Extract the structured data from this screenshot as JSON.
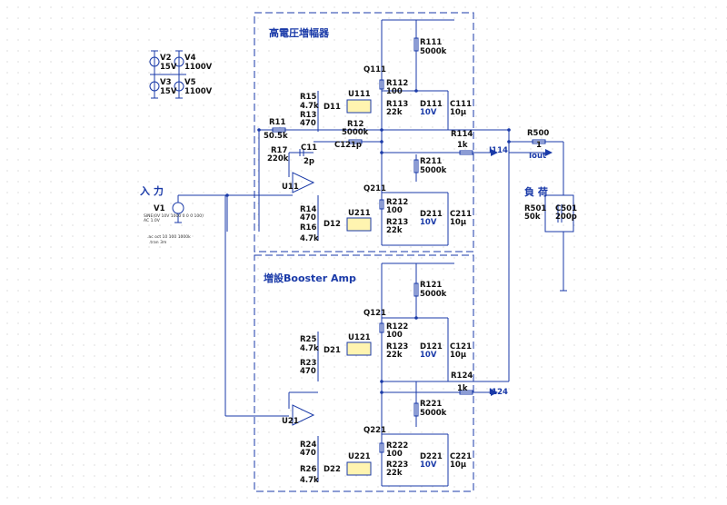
{
  "sections": {
    "hv_amp": "高電圧増幅器",
    "booster": "増設Booster Amp",
    "input": "入 力",
    "load": "負 荷"
  },
  "sources": [
    {
      "name": "V2",
      "value": "15V"
    },
    {
      "name": "V4",
      "value": "1100V"
    },
    {
      "name": "V3",
      "value": "15V"
    },
    {
      "name": "V5",
      "value": "1100V"
    },
    {
      "name": "V1",
      "value": ""
    }
  ],
  "v1_spec": [
    "SINE(0V 10V 1000 0 0 0 100)",
    "AC 1.0V"
  ],
  "sim_cmd": [
    ".ac oct 10 100 1000k",
    ".tran 3m"
  ],
  "components": {
    "R111": "5000k",
    "Q111": "",
    "R112": "100",
    "R113": "22k",
    "D111": "10V",
    "C111": "10μ",
    "R15": "4.7k",
    "R13": "470",
    "D11": "",
    "U111": "",
    "R11": "50.5k",
    "R12": "5000k",
    "R114": "1k",
    "R500": "1",
    "R17": "220k",
    "C11": "2p",
    "C12": "1p",
    "U11": "",
    "R211": "5000k",
    "Q211": "",
    "R212": "100",
    "R213": "22k",
    "D211": "10V",
    "C211": "10μ",
    "R14": "470",
    "R16": "4.7k",
    "D12": "",
    "U211": "",
    "R501": "50k",
    "C501": "200p",
    "R121": "5000k",
    "Q121": "",
    "R122": "100",
    "R123": "22k",
    "D121": "10V",
    "C121": "10μ",
    "R25": "4.7k",
    "R23": "470",
    "D21": "",
    "U121": "",
    "R124": "1k",
    "U21": "",
    "R221": "5000k",
    "Q221": "",
    "R222": "100",
    "R223": "22k",
    "D221": "10V",
    "C221": "10μ",
    "R24": "470",
    "R26": "4.7k",
    "D22": "",
    "U221": ""
  },
  "probes": {
    "i114": "I114",
    "iout": "Iout",
    "i124": "I124"
  }
}
